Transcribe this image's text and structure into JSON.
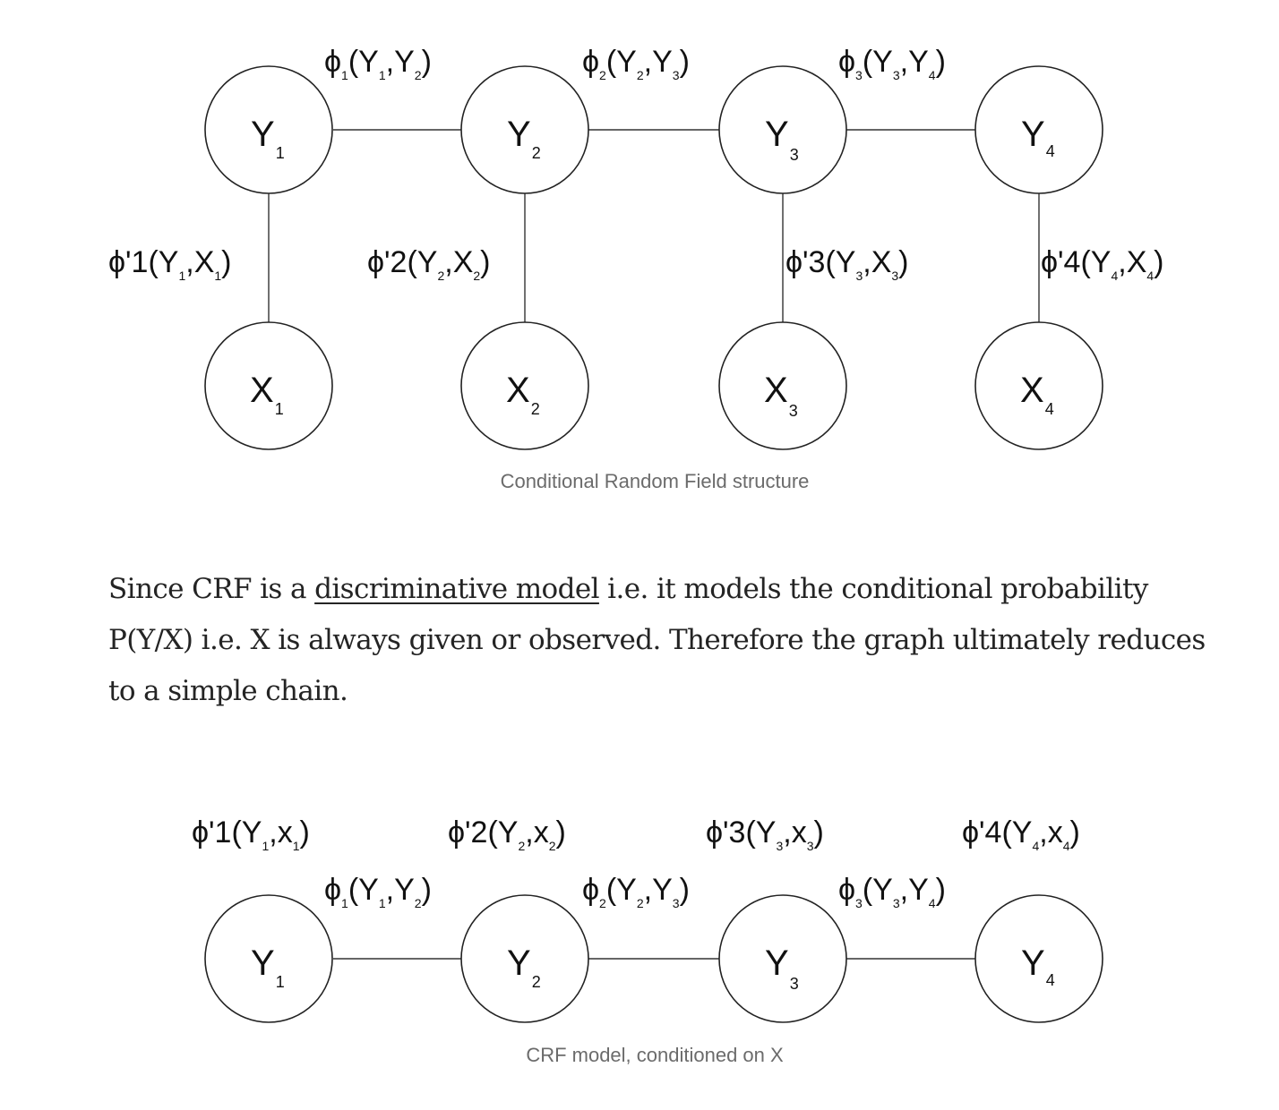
{
  "figure1": {
    "caption": "Conditional Random Field structure",
    "y_nodes": [
      {
        "base": "Y",
        "sub": "1"
      },
      {
        "base": "Y",
        "sub": "2"
      },
      {
        "base": "Y",
        "sub": "3"
      },
      {
        "base": "Y",
        "sub": "4"
      }
    ],
    "x_nodes": [
      {
        "base": "X",
        "sub": "1"
      },
      {
        "base": "X",
        "sub": "2"
      },
      {
        "base": "X",
        "sub": "3"
      },
      {
        "base": "X",
        "sub": "4"
      }
    ],
    "pairwise_potentials": [
      {
        "phi": "ϕ",
        "phi_sub": "1",
        "open": "(Y",
        "a": "1",
        "mid": ",Y",
        "b": "2",
        "close": ")"
      },
      {
        "phi": "ϕ",
        "phi_sub": "2",
        "open": "(Y",
        "a": "2",
        "mid": ",Y",
        "b": "3",
        "close": ")"
      },
      {
        "phi": "ϕ",
        "phi_sub": "3",
        "open": "(Y",
        "a": "3",
        "mid": ",Y",
        "b": "4",
        "close": ")"
      }
    ],
    "unary_potentials": [
      {
        "phi": "ϕ'1",
        "open": "(Y",
        "a": "1",
        "mid": ",X",
        "b": "1",
        "close": ")"
      },
      {
        "phi": "ϕ'2",
        "open": "(Y",
        "a": "2",
        "mid": ",X",
        "b": "2",
        "close": ")"
      },
      {
        "phi": "ϕ'3",
        "open": "(Y",
        "a": "3",
        "mid": ",X",
        "b": "3",
        "close": ")"
      },
      {
        "phi": "ϕ'4",
        "open": "(Y",
        "a": "4",
        "mid": ",X",
        "b": "4",
        "close": ")"
      }
    ]
  },
  "paragraph": {
    "before_link": "Since CRF is a ",
    "link_text": "discriminative model",
    "after_link": " i.e. it models the conditional probability P(Y/X) i.e. X is always given or observed. Therefore the graph ultimately reduces to a simple chain."
  },
  "figure2": {
    "caption": "CRF model, conditioned on X",
    "y_nodes": [
      {
        "base": "Y",
        "sub": "1"
      },
      {
        "base": "Y",
        "sub": "2"
      },
      {
        "base": "Y",
        "sub": "3"
      },
      {
        "base": "Y",
        "sub": "4"
      }
    ],
    "pairwise_potentials": [
      {
        "phi": "ϕ",
        "phi_sub": "1",
        "open": "(Y",
        "a": "1",
        "mid": ",Y",
        "b": "2",
        "close": ")"
      },
      {
        "phi": "ϕ",
        "phi_sub": "2",
        "open": "(Y",
        "a": "2",
        "mid": ",Y",
        "b": "3",
        "close": ")"
      },
      {
        "phi": "ϕ",
        "phi_sub": "3",
        "open": "(Y",
        "a": "3",
        "mid": ",Y",
        "b": "4",
        "close": ")"
      }
    ],
    "unary_potentials": [
      {
        "phi": "ϕ'1",
        "open": "(Y",
        "a": "1",
        "mid": ",x",
        "b": "1",
        "close": ")"
      },
      {
        "phi": "ϕ'2",
        "open": "(Y",
        "a": "2",
        "mid": ",x",
        "b": "2",
        "close": ")"
      },
      {
        "phi": "ϕ'3",
        "open": "(Y",
        "a": "3",
        "mid": ",x",
        "b": "3",
        "close": ")"
      },
      {
        "phi": "ϕ'4",
        "open": "(Y",
        "a": "4",
        "mid": ",x",
        "b": "4",
        "close": ")"
      }
    ]
  }
}
